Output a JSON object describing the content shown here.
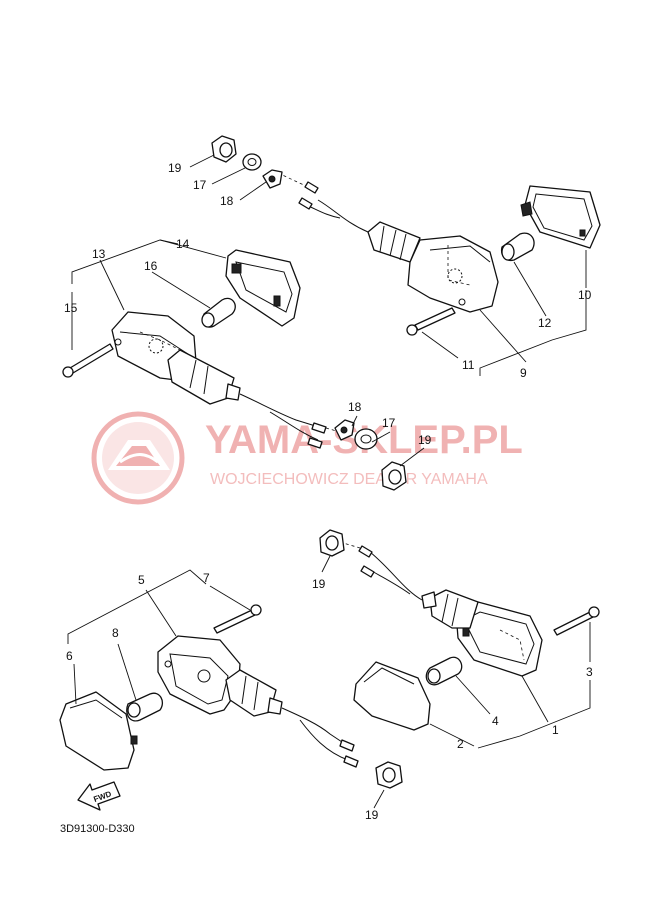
{
  "watermark": {
    "title": "YAMA-SKLEP.PL",
    "subtitle": "WOJCIECHOWICZ DEALER YAMAHA",
    "color": "#e57373"
  },
  "diagram_code": "3D91300-D330",
  "fwd_label": "FWD",
  "callouts": {
    "c1": "1",
    "c2": "2",
    "c3": "3",
    "c4": "4",
    "c5": "5",
    "c6": "6",
    "c7": "7",
    "c8": "8",
    "c9": "9",
    "c10": "10",
    "c11": "11",
    "c12": "12",
    "c13": "13",
    "c14": "14",
    "c15": "15",
    "c16": "16",
    "c17a": "17",
    "c18a": "18",
    "c19a": "19",
    "c17b": "17",
    "c18b": "18",
    "c19b": "19",
    "c19c": "19",
    "c19d": "19"
  }
}
